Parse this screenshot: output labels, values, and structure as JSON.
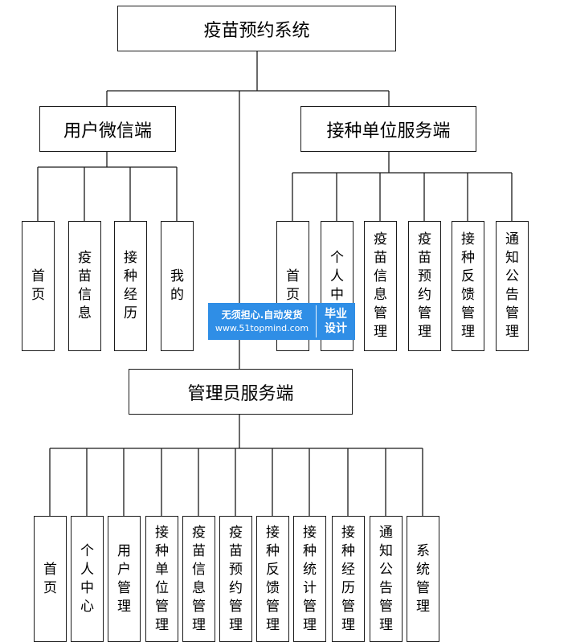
{
  "title": "疫苗预约系统",
  "user_end": {
    "label": "用户微信端",
    "items": [
      "首页",
      "疫苗信息",
      "接种经历",
      "我的"
    ]
  },
  "unit_end": {
    "label": "接种单位服务端",
    "items": [
      "首页",
      "个人中心",
      "疫苗信息管理",
      "疫苗预约管理",
      "接种反馈管理",
      "通知公告管理"
    ]
  },
  "admin_end": {
    "label": "管理员服务端",
    "items": [
      "首页",
      "个人中心",
      "用户管理",
      "接种单位管理",
      "疫苗信息管理",
      "疫苗预约管理",
      "接种反馈管理",
      "接种统计管理",
      "接种经历管理",
      "通知公告管理",
      "系统管理"
    ]
  },
  "watermark": {
    "line1": "无须担心.自动发货",
    "line2": "www.51topmind.com",
    "badge_line1": "毕业",
    "badge_line2": "设计",
    "color": "#2f8ee6"
  }
}
